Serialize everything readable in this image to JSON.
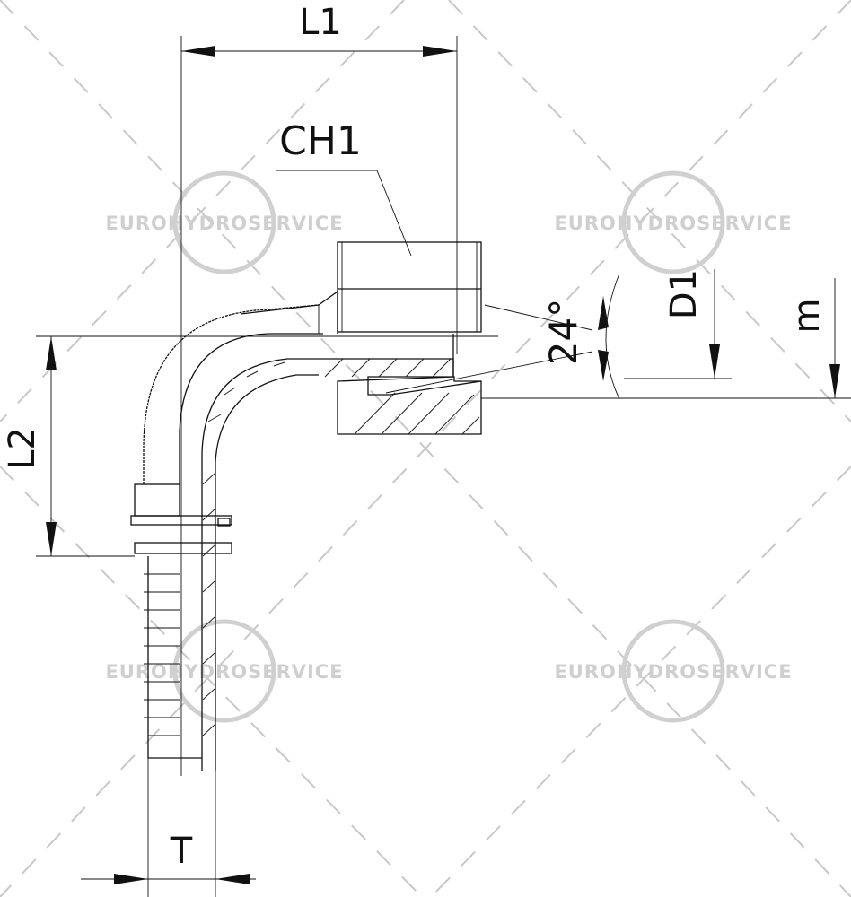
{
  "labels": {
    "L1": "L1",
    "L2": "L2",
    "CH1": "CH1",
    "angle": "24°",
    "D1": "D1",
    "m": "m",
    "T": "T"
  },
  "watermark": {
    "text": "EUROHYDROSERVICE",
    "color": "#cfcfcf"
  }
}
